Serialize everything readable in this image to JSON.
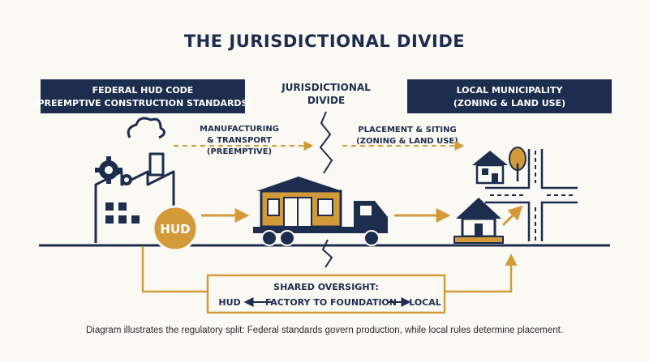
{
  "title": "THE JURISDICTIONAL DIVIDE",
  "federal": {
    "line1": "FEDERAL HUD CODE",
    "line2": "(PREEMPTIVE CONSTRUCTION STANDARDS)"
  },
  "divide": {
    "line1": "JURISDICTIONAL",
    "line2": "DIVIDE"
  },
  "local": {
    "line1": "LOCAL MUNICIPALITY",
    "line2": "(ZONING & LAND USE)"
  },
  "manufacturing": {
    "line1": "MANUFACTURING",
    "line2": "& TRANSPORT",
    "line3": "(PREEMPTIVE)"
  },
  "placement": {
    "line1": "PLACEMENT & SITING",
    "line2": "(ZONING & LAND USE)"
  },
  "hud_badge": "HUD",
  "oversight": {
    "line1": "SHARED OVERSIGHT:",
    "left": "HUD",
    "middle": "FACTORY TO FOUNDATION",
    "right": "LOCAL"
  },
  "caption": "Diagram illustrates the regulatory split: Federal standards govern production, while local rules determine placement.",
  "colors": {
    "navy": "#1d2d4d",
    "gold": "#d39a3a",
    "background": "#fbf9f4"
  }
}
